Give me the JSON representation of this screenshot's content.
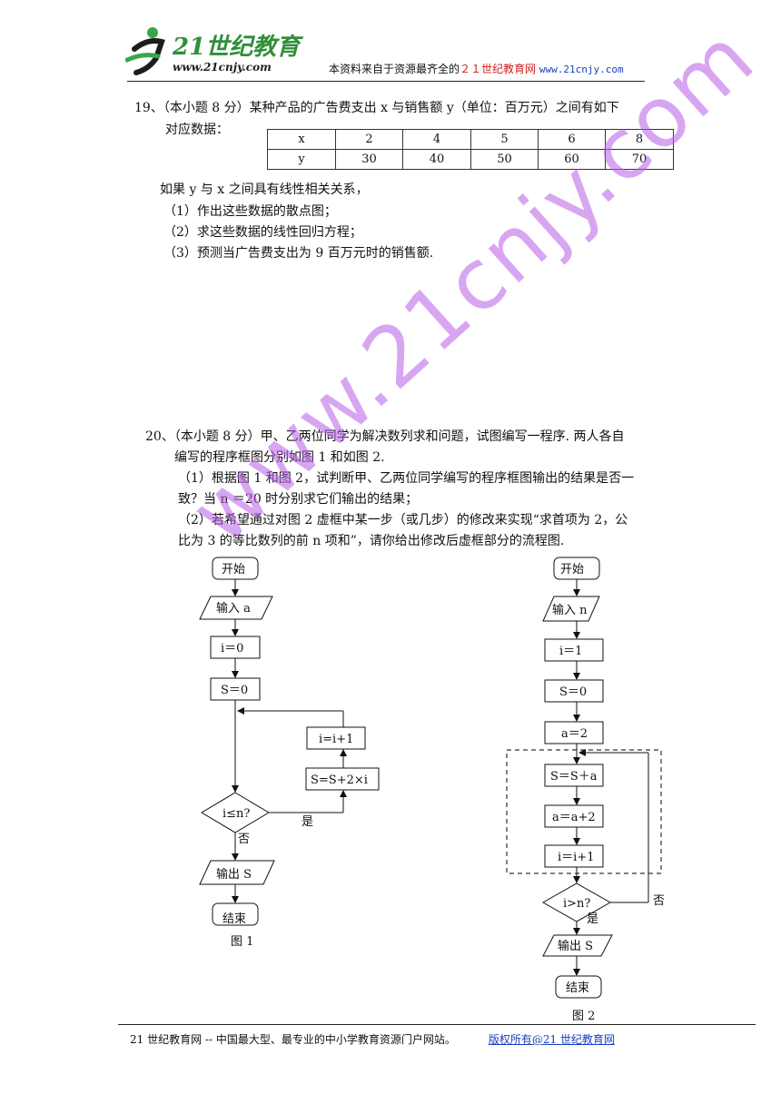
{
  "header": {
    "logo_text": "21世纪教育",
    "logo_url_text": "www.21cnjy.com",
    "note_prefix": "本资料来自于资源最齐全的",
    "note_site": "２１世纪教育网",
    "note_url": "www.21cnjy.com"
  },
  "q19": {
    "line1": "19、（本小题 8 分）某种产品的广告费支出 x 与销售额 y（单位：百万元）之间有如下",
    "line2": "对应数据：",
    "table": {
      "rows": [
        [
          "x",
          "2",
          "4",
          "5",
          "6",
          "8"
        ],
        [
          "y",
          "30",
          "40",
          "50",
          "60",
          "70"
        ]
      ]
    },
    "line3": "如果 y 与 x 之间具有线性相关关系，",
    "item1": "（1）作出这些数据的散点图；",
    "item2": "（2）求这些数据的线性回归方程；",
    "item3": "（3）预测当广告费支出为 9 百万元时的销售额."
  },
  "q20": {
    "line1": "20、（本小题 8 分）甲、乙两位同学为解决数列求和问题，试图编写一程序. 两人各自",
    "line2": "编写的程序框图分别如图 1 和如图 2.",
    "item1a": "（1）根据图 1 和图 2，试判断甲、乙两位同学编写的程序框图输出的结果是否一",
    "item1b": "致？当 n ＝20 时分别求它们输出的结果；",
    "item2a": "（2）若希望通过对图 2 虚框中某一步（或几步）的修改来实现“求首项为 2，公",
    "item2b": "比为 3 的等比数列的前 n 项和”，请你给出修改后虚框部分的流程图."
  },
  "fig1": {
    "start": "开始",
    "input": "输入 a",
    "init_i": "i＝0",
    "init_s": "S＝0",
    "inc": "i=i+1",
    "update": "S=S+2×i",
    "cond": "i≤n?",
    "yes": "是",
    "no": "否",
    "output": "输出 S",
    "end": "结束",
    "caption": "图 1"
  },
  "fig2": {
    "start": "开始",
    "input": "输入 n",
    "init_i": "i＝1",
    "init_s": "S＝0",
    "init_a": "a＝2",
    "update_s": "S＝S＋a",
    "update_a": "a＝a+2",
    "inc": "i＝i+1",
    "cond": "i>n?",
    "no": "否",
    "yes": "是",
    "output": "输出 S",
    "end": "结束",
    "caption": "图 2"
  },
  "watermark": "www.21cnjy.com",
  "footer": {
    "text": "21 世纪教育网 -- 中国最大型、最专业的中小学教育资源门户网站。",
    "copyright": "版权所有@21 世纪教育网"
  }
}
